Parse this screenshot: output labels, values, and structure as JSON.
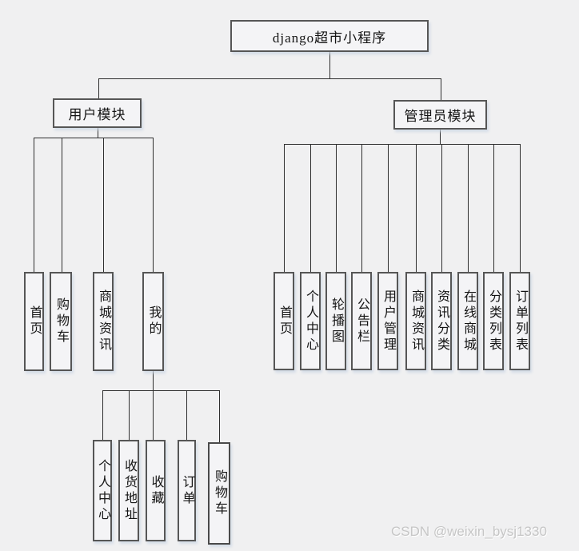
{
  "diagram": {
    "title": "django超市小程序",
    "modules": {
      "user": "用户模块",
      "admin": "管理员模块"
    },
    "user_children": [
      "首页",
      "购物车",
      "商城资讯",
      "我的"
    ],
    "mine_children": [
      "个人中心",
      "收货地址",
      "收藏",
      "订单",
      "购物车"
    ],
    "admin_children": [
      "首页",
      "个人中心",
      "轮播图",
      "公告栏",
      "用户管理",
      "商城资讯",
      "资讯分类",
      "在线商城",
      "分类列表",
      "订单列表"
    ]
  },
  "watermark": "CSDN @weixin_bysj1330",
  "colors": {
    "background": "#f0f0f1",
    "box_fill": "#f4f4f6",
    "box_border": "#565656",
    "line": "#2f2f2f",
    "text": "#141414",
    "watermark": "#c6c6c6"
  }
}
